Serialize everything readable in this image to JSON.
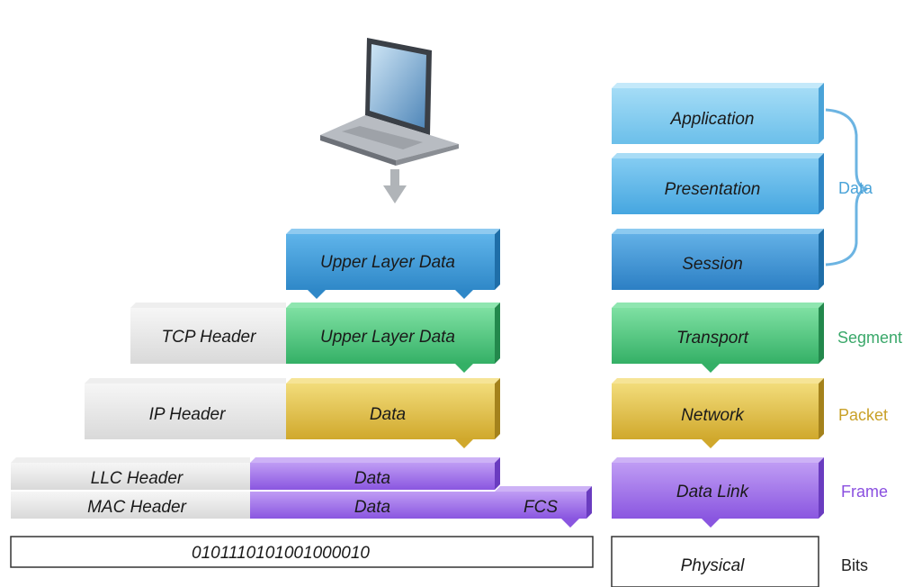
{
  "encapsulation": {
    "upper_layer_data": "Upper Layer Data",
    "tcp_header": "TCP Header",
    "tcp_data": "Upper Layer Data",
    "ip_header": "IP Header",
    "ip_data": "Data",
    "llc_header": "LLC Header",
    "llc_data": "Data",
    "mac_header": "MAC Header",
    "mac_data": "Data",
    "fcs": "FCS",
    "bits": "0101110101001000010"
  },
  "osi_layers": [
    {
      "name": "Application",
      "color": "#7cc8ee"
    },
    {
      "name": "Presentation",
      "color": "#58b2e4"
    },
    {
      "name": "Session",
      "color": "#3e96d4"
    },
    {
      "name": "Transport",
      "color": "#4fc27c"
    },
    {
      "name": "Network",
      "color": "#e0bf3e"
    },
    {
      "name": "Data Link",
      "color": "#9c6ee6"
    },
    {
      "name": "Physical",
      "color": "#ffffff"
    }
  ],
  "pdu_labels": {
    "data": {
      "text": "Data",
      "color": "#4aa3d8"
    },
    "segment": {
      "text": "Segment",
      "color": "#3aa86a"
    },
    "packet": {
      "text": "Packet",
      "color": "#c9a128"
    },
    "frame": {
      "text": "Frame",
      "color": "#8a4fe0"
    },
    "bits": {
      "text": "Bits",
      "color": "#222222"
    }
  }
}
